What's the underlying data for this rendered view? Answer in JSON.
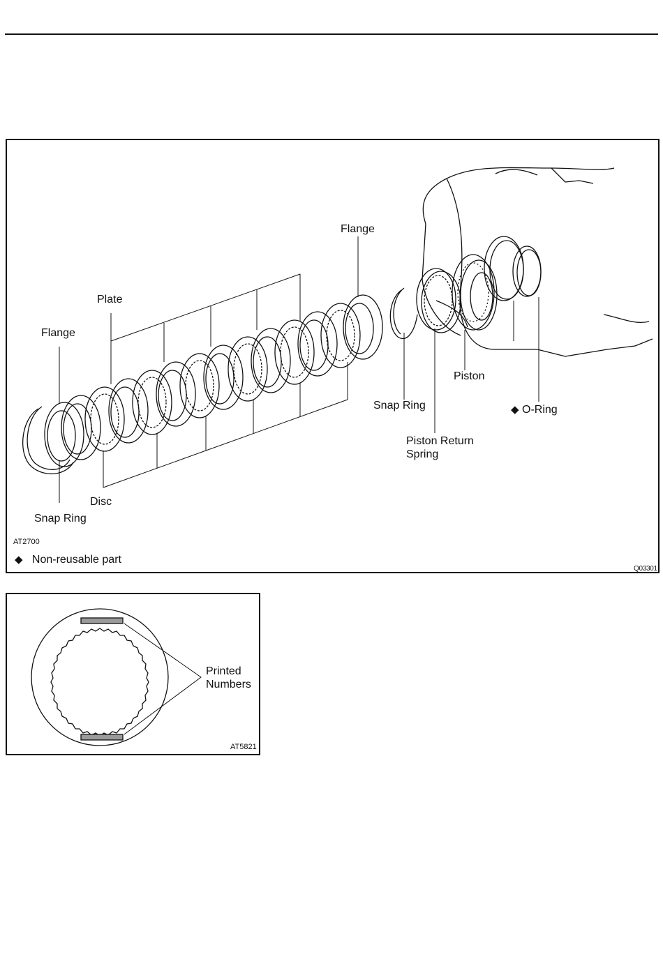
{
  "main_figure": {
    "labels": {
      "flange_top": "Flange",
      "plate": "Plate",
      "flange_left": "Flange",
      "snap_ring_right": "Snap Ring",
      "piston": "Piston",
      "o_ring": "O-Ring",
      "piston_return_spring_line1": "Piston Return",
      "piston_return_spring_line2": "Spring",
      "disc": "Disc",
      "snap_ring_left": "Snap Ring"
    },
    "figure_code": "AT2700",
    "legend_symbol": "◆",
    "legend_text": "Non-reusable part",
    "corner_code": "Q03301"
  },
  "disc_figure": {
    "label_line1": "Printed",
    "label_line2": "Numbers",
    "figure_code": "AT5821"
  }
}
